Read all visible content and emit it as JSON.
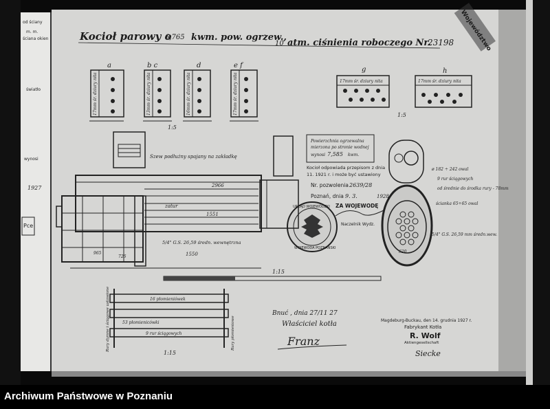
{
  "archive": {
    "caption": "Archiwum Państwowe w Poznaniu"
  },
  "drawing": {
    "title": "Kocioł parowy o",
    "area_value": "6,765",
    "area_unit": "kwm. pow. ogrzew.,",
    "pressure_value": "10",
    "pressure_text": "atm. ciśnienia roboczego Nr.",
    "number": "23198",
    "section_labels": [
      "a",
      "b c",
      "d",
      "e f",
      "g",
      "h"
    ],
    "riveting_note": "Szew podłużny spajany na zakładkę",
    "area_box": [
      "Powierzchnia ogrzewalna",
      "mierzona po stronie wodnej",
      "wynosi",
      "kwm."
    ],
    "area_box_value": "7,585",
    "certificate": {
      "line1": "Kocioł odpowiada przepisom z dnia",
      "line2": "11. 1921 r. i może być ustawiony",
      "number_label": "Nr. pozwolenia",
      "number_value": "2639/28",
      "place_label": "Poznań, dnia",
      "place_value": "9. 3.",
      "year": "1928",
      "for_label": "ZA WOJEWODĘ",
      "office": "Naczelnik Wydz."
    },
    "stamp": {
      "top": "URZĄD WOJEWÓDZKI",
      "bottom": "WOJEWODA POZNAŃSKI"
    },
    "corner_stamp": "Województwo",
    "dimensions": [
      "2966",
      "1551",
      "1550",
      "965",
      "726",
      "620"
    ],
    "tube_notes": [
      "ø 182 ÷ 242 owal",
      "9 rur ściągowych",
      "od średnie do środka rury - 78mm",
      "ścianka 65÷65 owal"
    ],
    "pipe_note_right": "5/4\" G.S. 26,59 mm średn.wew.",
    "pipe_note_center": "5/4\" G.S. 26,59 średn. wewnętrzna",
    "zatur": "zatur",
    "scales": [
      "1:5",
      "1:15",
      "1:15",
      "1:5"
    ],
    "rivet_labels": [
      "17mm śr. dziury nita",
      "13mm śr. dziury nita",
      "16mm śr. dziury nita",
      "17mm śr. dziury nita",
      "17mm śr. dziury nita",
      "17mm śr. dziury nita"
    ],
    "section_bottom": [
      "16 płomieniówek",
      "53 płomienicówki",
      "9 rur ściągowych"
    ],
    "side_label_left": "Rury dymne i ściągowe ustawione",
    "side_label_right": "Rury płomieniowe",
    "owner": {
      "place_date": "Bnuć , dnia 27/11 27",
      "label": "Właściciel kotła",
      "signature": "Franz"
    },
    "maker": {
      "place_date": "Magdeburg-Buckau, den 14. grudnia 1927 r.",
      "label": "Fabrykant Kotła",
      "name": "R. Wolf",
      "sub": "Aktiengesellschaft",
      "signature": "Siecke"
    },
    "left_margin_fragments": [
      "od ściany",
      "m. m.",
      "ściana okien",
      "światło",
      "wynosi",
      "1927",
      "Pce"
    ]
  }
}
